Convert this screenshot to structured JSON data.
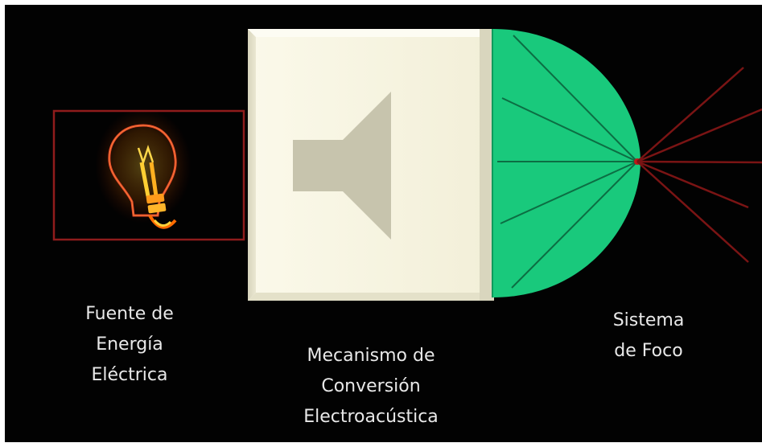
{
  "diagram": {
    "stages": [
      {
        "id": "energy-source",
        "caption_lines": [
          "Fuente de",
          "Energía",
          "Eléctrica"
        ],
        "icon": "light-bulb-icon",
        "frame_color": "#8f1c1c"
      },
      {
        "id": "conversion-mechanism",
        "caption_lines": [
          "Mecanismo de",
          "Conversión",
          "Electroacústica"
        ],
        "icon": "speaker-icon",
        "box_color": "#f6f3df",
        "icon_color": "#c7c4ad"
      },
      {
        "id": "focus-system",
        "caption_lines": [
          "Sistema",
          "de Foco"
        ],
        "icon": "parabolic-reflector-icon",
        "fill_color": "#19c97c",
        "ray_color": "#7a1414"
      }
    ],
    "background_color": "#020202",
    "caption_color": "#e8e8e8"
  }
}
